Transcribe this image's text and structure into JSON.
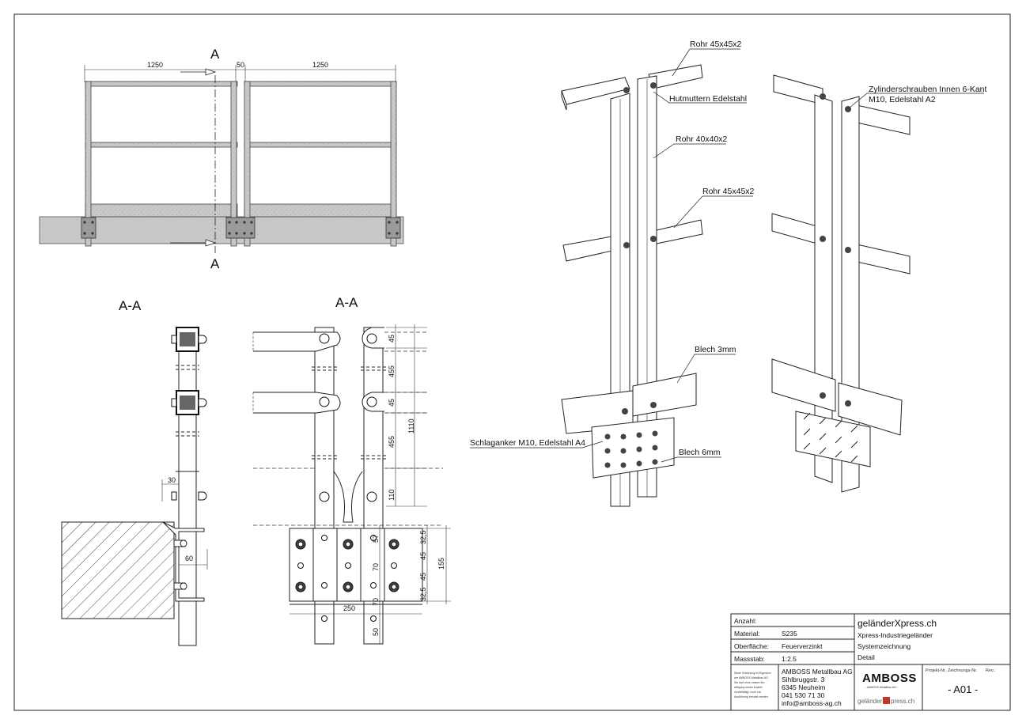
{
  "elevation": {
    "dim_left": "1250",
    "dim_gap": "50",
    "dim_right": "1250",
    "section_mark_top": "A",
    "section_mark_bottom": "A"
  },
  "section_side": {
    "title": "A-A",
    "dim_30": "30",
    "dim_60": "60"
  },
  "section_front": {
    "title": "A-A",
    "dims_vertical": [
      "45",
      "455",
      "45",
      "455",
      "110"
    ],
    "dim_total": "1110",
    "dims_plate": [
      "57",
      "70",
      "70",
      "50"
    ],
    "dims_plate_right": [
      "32,5",
      "45",
      "45",
      "32,5"
    ],
    "dim_plate_total": "155",
    "dim_width": "250"
  },
  "iso_labels": {
    "rohr_45_top": "Rohr 45x45x2",
    "hutmuttern": "Hutmuttern Edelstahl",
    "rohr_40": "Rohr 40x40x2",
    "rohr_45_mid": "Rohr 45x45x2",
    "blech_3": "Blech 3mm",
    "schlaganker": "Schlaganker M10, Edelstahl A4",
    "blech_6": "Blech 6mm",
    "zylinder_1": "Zylinderschrauben Innen 6-Kant",
    "zylinder_2": "M10, Edelstahl A2"
  },
  "title_block": {
    "anzahl_label": "Anzahl:",
    "anzahl_value": "",
    "material_label": "Material:",
    "material_value": "S235",
    "oberflaeche_label": "Oberfläche:",
    "oberflaeche_value": "Feuerverzinkt",
    "massstab_label": "Massstab:",
    "massstab_value": "1:2.5",
    "product": "geländerXpress.ch",
    "subtitle": "Xpress-Industriegeländer",
    "drawing_type": "Systemzeichnung",
    "detail": "Detail",
    "company": "AMBOSS Metallbau AG",
    "street": "Sihlbruggstr. 3",
    "city": "6345 Neuheim",
    "phone": "041 530 71 30",
    "email": "info@amboss-ag.ch",
    "logo_text": "AMBOSS",
    "logo_sub": "- AMBOSS Metallbau AG -",
    "logo2_left": "geländer",
    "logo2_right": "press.ch",
    "projekt_label": "Projekt-Nr.",
    "zeichnung_label": "Zeichnungs-Nr.",
    "rev_label": "Rev.:",
    "drawing_number": "- A01  -",
    "fine_print": [
      "Diese Zeichnung ist Eigentum",
      "der AMBOSS Metallbau AG.",
      "Sie darf ohne unsere Be-",
      "willigung weder kopiert,",
      "vervielfältigt, noch zur",
      "Ausführung benutzt werden."
    ]
  }
}
